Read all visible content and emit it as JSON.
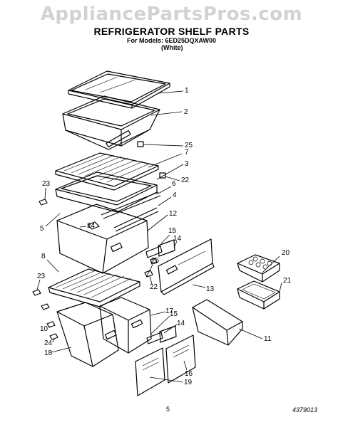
{
  "watermark": "AppliancePartsPros.com",
  "title": "REFRIGERATOR SHELF PARTS",
  "subtitle_models": "For Models: 6ED25DQXAW00",
  "subtitle_color": "(White)",
  "footer": {
    "page": "5",
    "code": "4379013"
  },
  "callouts": [
    "1",
    "2",
    "25",
    "7",
    "3",
    "22",
    "23",
    "6",
    "4",
    "12",
    "5",
    "24",
    "15",
    "14",
    "8",
    "20",
    "25",
    "23",
    "22",
    "21",
    "13",
    "17",
    "15",
    "14",
    "10",
    "24",
    "18",
    "11",
    "16",
    "19"
  ]
}
